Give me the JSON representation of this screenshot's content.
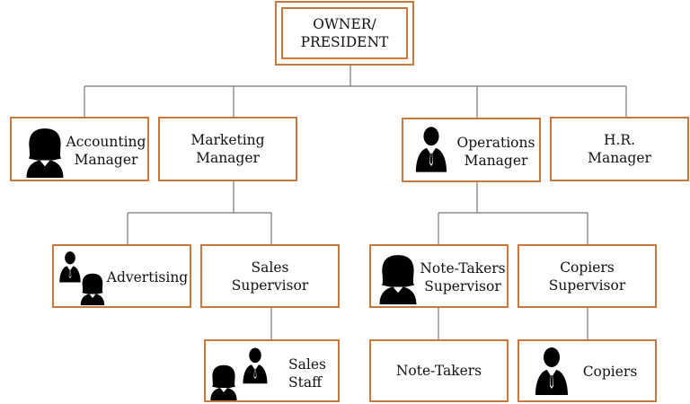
{
  "owner": {
    "line1": "OWNER/",
    "line2": "PRESIDENT"
  },
  "accounting": {
    "line1": "Accounting",
    "line2": "Manager"
  },
  "marketing": {
    "line1": "Marketing",
    "line2": "Manager"
  },
  "operations": {
    "line1": "Operations",
    "line2": "Manager"
  },
  "hr": {
    "line1": "H.R.",
    "line2": "Manager"
  },
  "advertising": {
    "line1": "Advertising"
  },
  "sales_supervisor": {
    "line1": "Sales",
    "line2": "Supervisor"
  },
  "note_takers_supervisor": {
    "line1": "Note-Takers",
    "line2": "Supervisor"
  },
  "copiers_supervisor": {
    "line1": "Copiers",
    "line2": "Supervisor"
  },
  "sales_staff": {
    "line1": "Sales",
    "line2": "Staff"
  },
  "note_takers": {
    "line1": "Note-Takers"
  },
  "copiers": {
    "line1": "Copiers"
  },
  "colors": {
    "box_border": "#c8773f",
    "connector": "#777777",
    "icon": "#000000"
  },
  "icons": [
    "woman-person-icon",
    "man-person-icon"
  ]
}
